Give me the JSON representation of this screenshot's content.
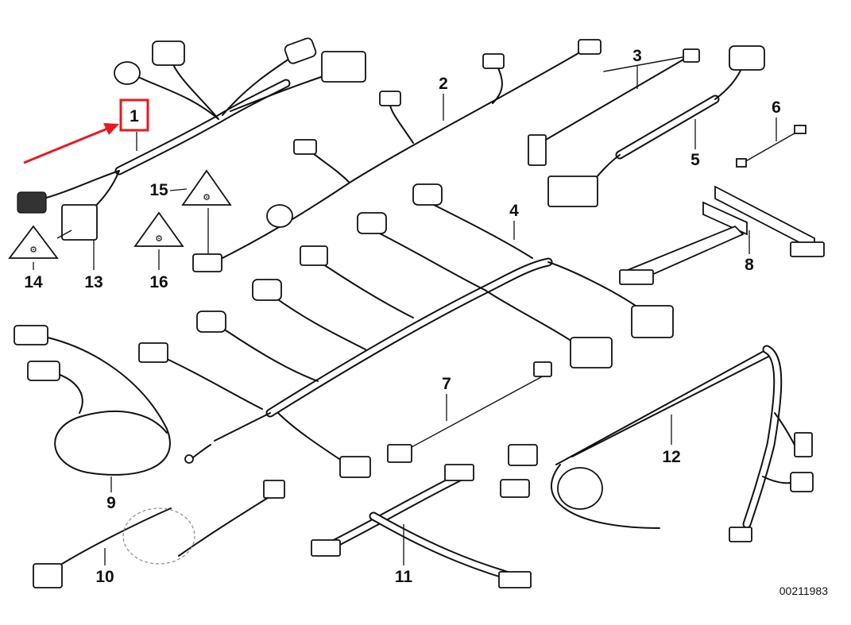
{
  "diagram": {
    "reference_number": "00211983",
    "callouts": [
      "1",
      "2",
      "3",
      "4",
      "5",
      "6",
      "7",
      "8",
      "9",
      "10",
      "11",
      "12",
      "13",
      "14",
      "15",
      "16"
    ],
    "highlighted_callout": "1",
    "colors": {
      "highlight": "#e8191c",
      "line": "#111111",
      "background": "#ffffff"
    }
  }
}
